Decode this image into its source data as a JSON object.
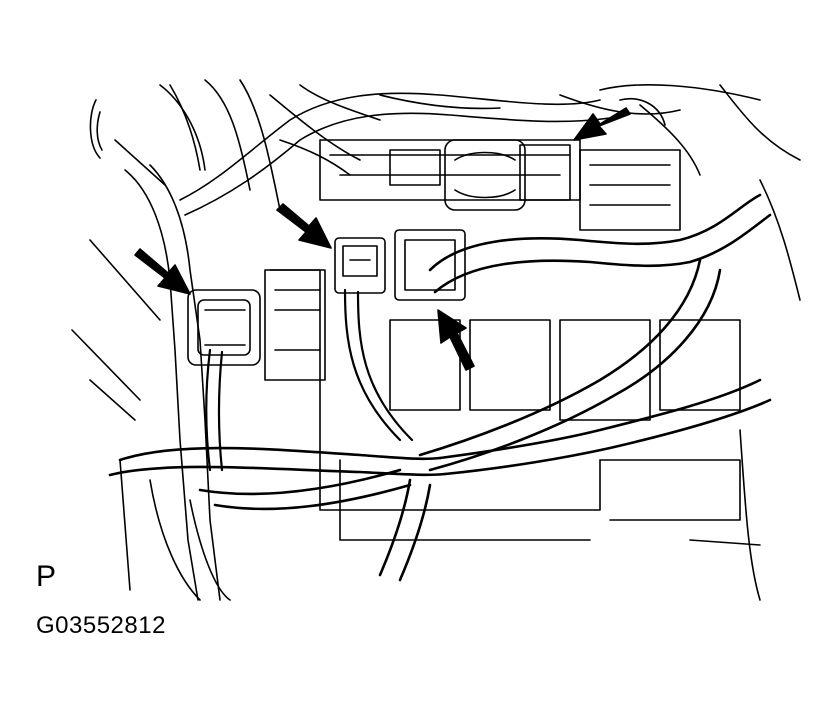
{
  "figure": {
    "view_letter": "P",
    "code": "G03552812",
    "line_color": "#000000",
    "background_color": "#ffffff",
    "callout_arrows": [
      "connector-arrow-upper-right",
      "connector-arrow-left",
      "connector-arrow-center",
      "connector-arrow-lower-center"
    ]
  }
}
